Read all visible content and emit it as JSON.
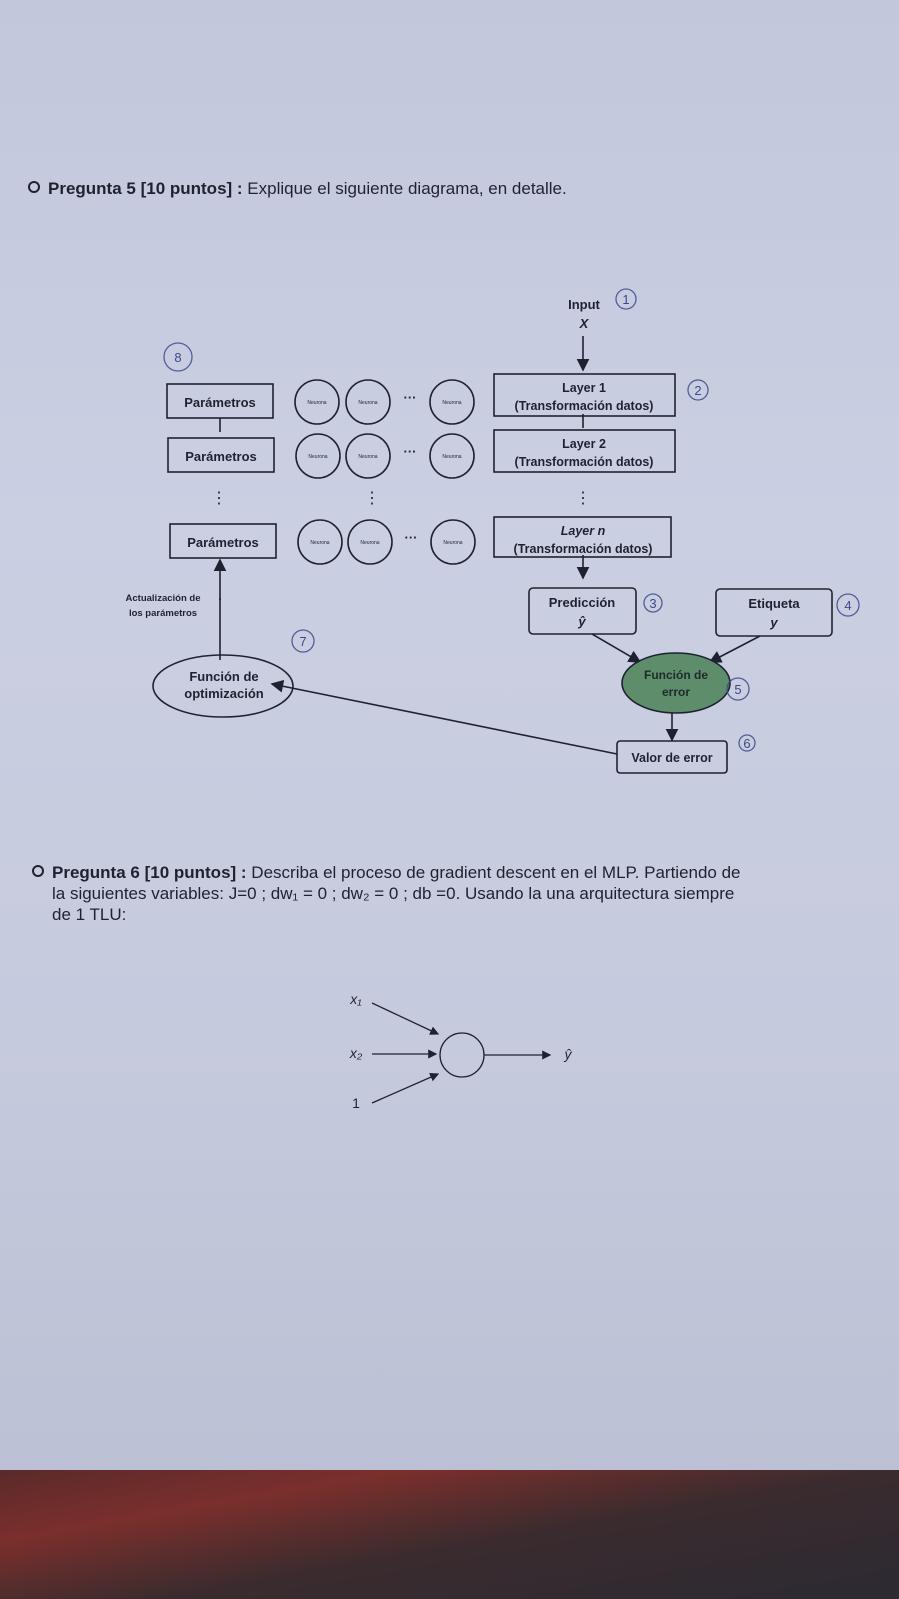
{
  "q5": {
    "title": "Pregunta 5 [10 puntos] :",
    "text": " Explique el siguiente diagrama, en detalle."
  },
  "diagram": {
    "input_label": "Input",
    "input_var": "X",
    "param_label": "Parámetros",
    "neuron_label": "Neurona",
    "ellipsis": "···",
    "vdots": "⋮",
    "layer1": [
      "Layer 1",
      "(Transformación datos)"
    ],
    "layer2": [
      "Layer 2",
      "(Transformación datos)"
    ],
    "layern": [
      "Layer n",
      "(Transformación datos)"
    ],
    "update_label": [
      "Actualización de",
      "los parámetros"
    ],
    "prediction": [
      "Predicción",
      "ŷ"
    ],
    "label": [
      "Etiqueta",
      "y"
    ],
    "loss_fn": [
      "Función de",
      "error"
    ],
    "optimizer": [
      "Función de",
      "optimización"
    ],
    "loss_value": "Valor de error",
    "annotations": [
      "1",
      "2",
      "3",
      "4",
      "5",
      "6",
      "7",
      "8"
    ],
    "colors": {
      "loss_fill": "#5e8d6b",
      "ink": "#1e2230",
      "pencil": "#3c4a8a"
    }
  },
  "q6": {
    "title": "Pregunta 6 [10 puntos] :",
    "text1": " Describa el proceso de gradient descent en el MLP. Partiendo de",
    "text2": "la siguientes variables: J=0 ; dw₁ = 0 ; dw₂ = 0 ; db =0. Usando la una arquitectura siempre",
    "text3": "de 1 TLU:"
  },
  "tlu": {
    "x1": "x₁",
    "x2": "x₂",
    "bias": "1",
    "output": "ŷ"
  }
}
